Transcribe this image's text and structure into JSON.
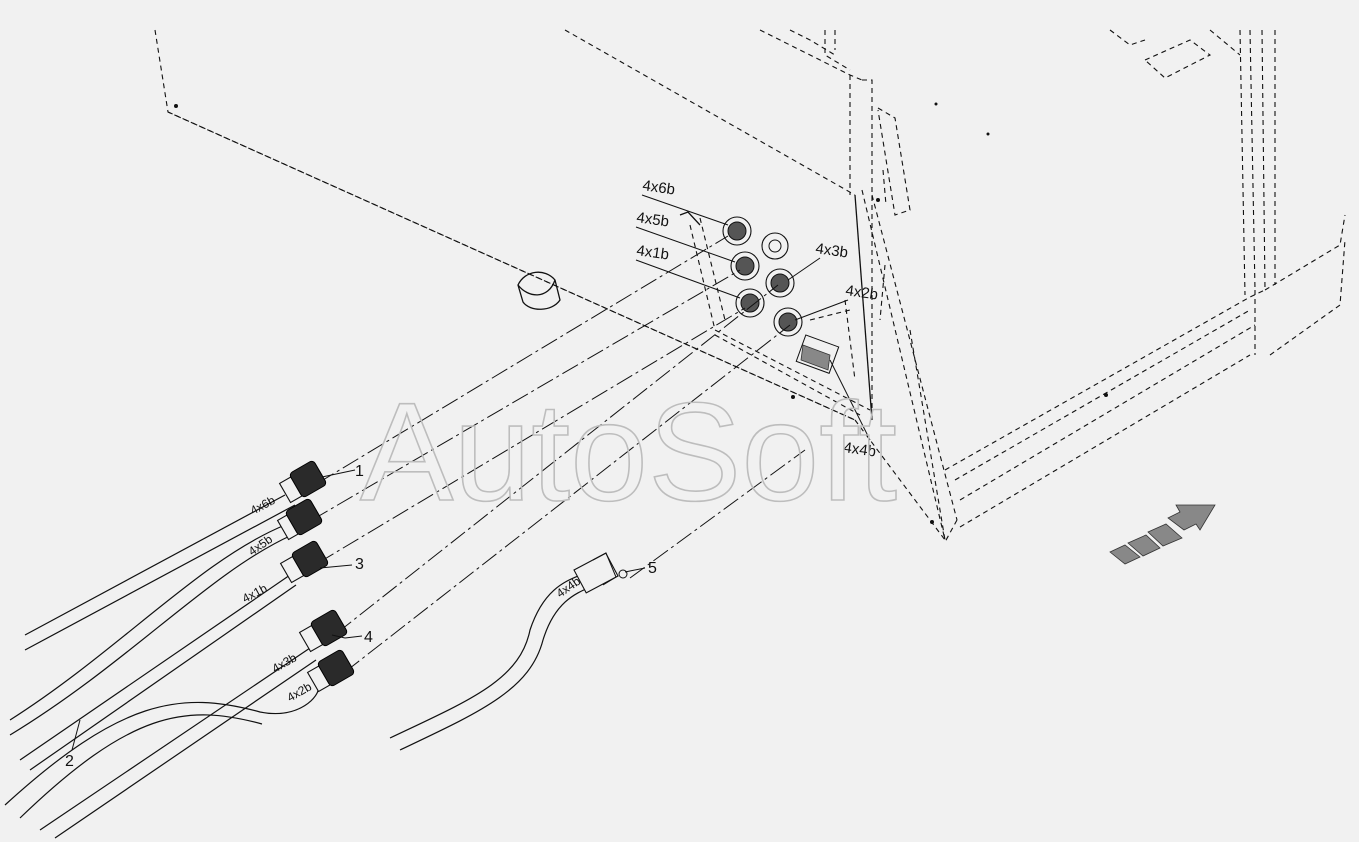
{
  "watermark": "AutoSoft",
  "socket_labels": {
    "s6": "4x6b",
    "s5": "4x5b",
    "s1": "4x1b",
    "s3": "4x3b",
    "s2": "4x2b",
    "s4": "4x4b"
  },
  "cable_labels": {
    "c6": "4x6b",
    "c5": "4x5b",
    "c1": "4x1b",
    "c3": "4x3b",
    "c2": "4x2b",
    "c4": "4x4b"
  },
  "callouts": {
    "p1": "1",
    "p2": "2",
    "p3": "3",
    "p4": "4",
    "p5": "5"
  }
}
